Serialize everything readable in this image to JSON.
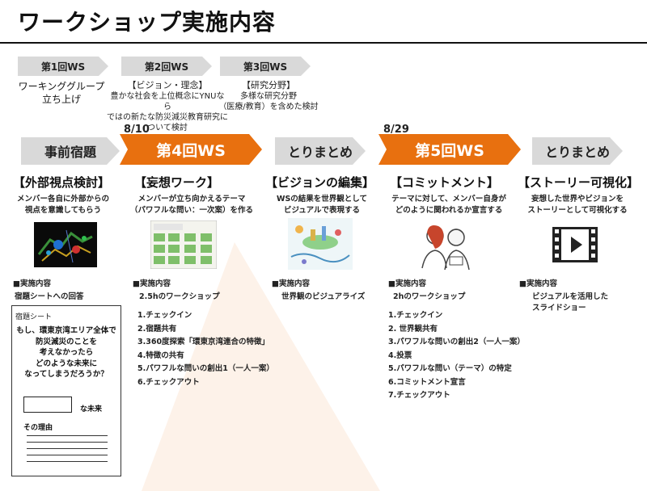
{
  "title": "ワークショップ実施内容",
  "early_ws": [
    {
      "label": "第1回WS",
      "desc": [
        "ワーキンググループ",
        "立ち上げ"
      ]
    },
    {
      "label": "第2回WS",
      "desc": [
        "【ビジョン・理念】",
        "豊かな社会を上位概念にYNUなら",
        "ではの新たな防災減災教育研究に",
        "ついて検討"
      ]
    },
    {
      "label": "第3回WS",
      "desc": [
        "【研究分野】",
        "多様な研究分野",
        "（医療/教育）を含めた検討"
      ]
    }
  ],
  "dates": [
    "8/10",
    "8/29"
  ],
  "colors": {
    "accent": "#e8700f",
    "chevron_gray": "#d9d9d9"
  },
  "phases": [
    {
      "label": "事前宿題",
      "style": "gray",
      "heading": "【外部視点検討】",
      "desc": [
        "メンバー各自に外部からの",
        "視点を意識してもらう"
      ],
      "image": "map-image",
      "section_label": "■実施内容",
      "content": "宿題シートへの回答"
    },
    {
      "label": "第4回WS",
      "style": "orange",
      "heading": "【妄想ワーク】",
      "desc": [
        "メンバーが立ち向かえるテーマ",
        "（パワフルな問い：一次案）を作る"
      ],
      "image": "worksheet-image",
      "section_label": "■実施内容",
      "content": "2.5hのワークショップ",
      "steps": [
        "1.チェックイン",
        "2.宿題共有",
        "3.360度探索「環東京湾連合の特徴」",
        "4.特徴の共有",
        "5.パワフルな問いの創出1（一人一案）",
        "6.チェックアウト"
      ]
    },
    {
      "label": "とりまとめ",
      "style": "gray",
      "heading": "【ビジョンの編集】",
      "desc": [
        "WSの結果を世界観として",
        "ビジュアルで表現する"
      ],
      "image": "illustration-image",
      "section_label": "■実施内容",
      "content": "世界観のビジュアライズ"
    },
    {
      "label": "第5回WS",
      "style": "orange",
      "heading": "【コミットメント】",
      "desc": [
        "テーマに対して、メンバー自身が",
        "どのように関われるか宣言する"
      ],
      "image": "people-image",
      "section_label": "■実施内容",
      "content": "2hのワークショップ",
      "steps": [
        "1.チェックイン",
        "2. 世界観共有",
        "3.パワフルな問いの創出2（一人一案）",
        "4.投票",
        "5.パワフルな問い（テーマ）の特定",
        "6.コミットメント宣言",
        "7.チェックアウト"
      ]
    },
    {
      "label": "とりまとめ",
      "style": "gray",
      "heading": "【ストーリー可視化】",
      "desc": [
        "妄想した世界やビジョンを",
        "ストーリーとして可視化する"
      ],
      "image": "video-icon",
      "section_label": "■実施内容",
      "content": [
        "ビジュアルを活用した",
        "スライドショー"
      ]
    }
  ],
  "homework_sheet": {
    "title": "宿題シート",
    "question": [
      "もし、環東京湾エリア全体で",
      "防災減災のことを",
      "考えなかったら",
      "どのような未来に",
      "なってしまうだろうか？"
    ],
    "future_label": "な未来",
    "reason_label": "その理由"
  }
}
